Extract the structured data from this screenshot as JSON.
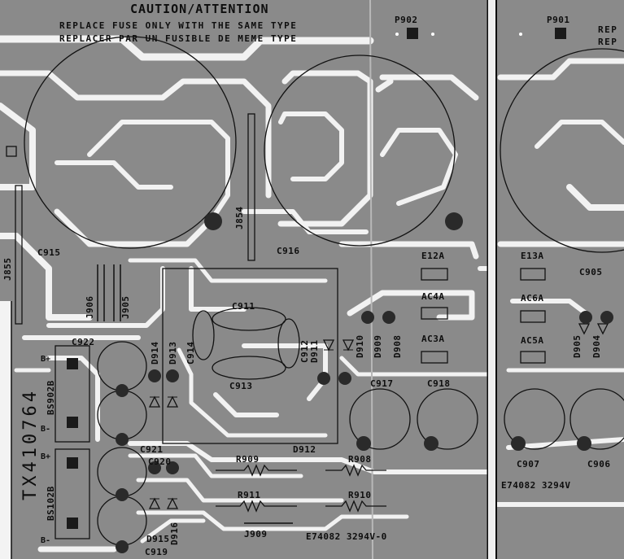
{
  "warning": {
    "title": "CAUTION/ATTENTION",
    "line1": "REPLACE FUSE ONLY WITH THE SAME TYPE",
    "line2": "REPLACER PAR UN FUSIBLE DE MEME TYPE",
    "line_right": "REP"
  },
  "board_id": "TX410764",
  "codes": {
    "main": "E74082 3294V-0",
    "right": "E74082 3294V"
  },
  "labels": {
    "P902": "P902",
    "P901": "P901",
    "C915": "C915",
    "C916": "C916",
    "C911": "C911",
    "C913": "C913",
    "C912": "C912",
    "C914": "C914",
    "C917": "C917",
    "C918": "C918",
    "C919": "C919",
    "C920": "C920",
    "C921": "C921",
    "C922": "C922",
    "C905": "C905",
    "C906": "C906",
    "C907": "C907",
    "J855": "J855",
    "J854": "J854",
    "J906": "J906",
    "J905": "J905",
    "J909": "J909",
    "E12A": "E12A",
    "E13A": "E13A",
    "AC4A": "AC4A",
    "AC3A": "AC3A",
    "AC6A": "AC6A",
    "AC5A": "AC5A",
    "D910": "D910",
    "D911": "D911",
    "D912": "D912",
    "D913": "D913",
    "D914": "D914",
    "D915": "D915",
    "D916": "D916",
    "D908": "D908",
    "D909": "D909",
    "D905": "D905",
    "D904": "D904",
    "R908": "R908",
    "R909": "R909",
    "R910": "R910",
    "R911": "R911",
    "BS902B": "BS902B",
    "BS102B": "BS102B",
    "B_plus_1": "B+",
    "B_minus_1": "B-",
    "B_plus_2": "B+",
    "B_minus_2": "B-"
  }
}
